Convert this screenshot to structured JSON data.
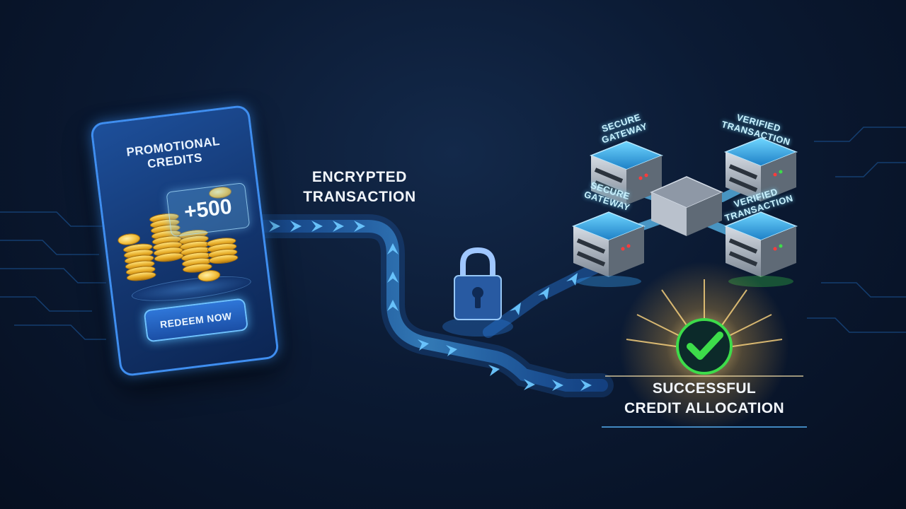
{
  "card": {
    "title": "PROMOTIONAL\nCREDITS",
    "bonus": "+500",
    "button_label": "REDEEM NOW"
  },
  "flow": {
    "label": "ENCRYPTED\nTRANSACTION"
  },
  "servers": {
    "top_left_label": "SECURE\nGATEWAY",
    "top_right_label": "VERIFIED\nTRANSACTION",
    "mid_left_label": "SECURE\nGATEWAY",
    "mid_right_label": "VERIFIED\nTRANSACTION"
  },
  "result": {
    "label": "SUCCESSFUL\nCREDIT ALLOCATION"
  },
  "colors": {
    "background": "#0b1a33",
    "accent_blue": "#3fa8ff",
    "success_green": "#3ddc4a",
    "coin_gold": "#f2be3a"
  }
}
